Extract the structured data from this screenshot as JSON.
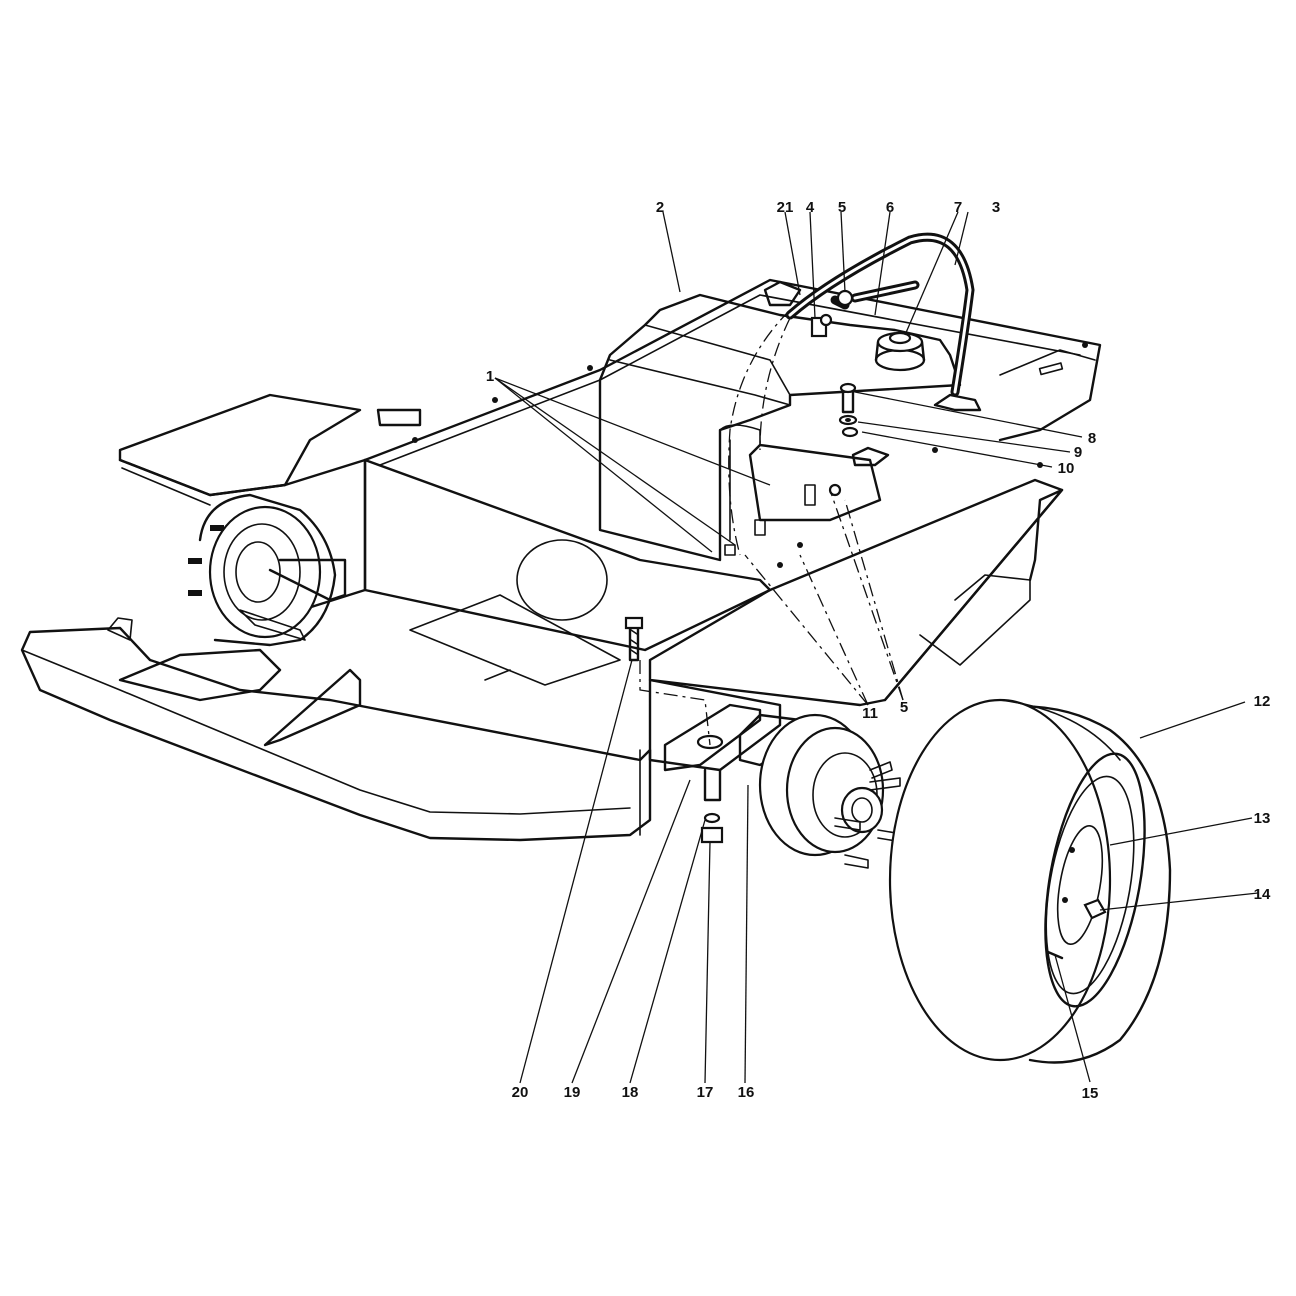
{
  "callouts": {
    "c1": "1",
    "c2": "2",
    "c3": "3",
    "c4": "4",
    "c5_top": "5",
    "c5_bottom": "5",
    "c6": "6",
    "c7": "7",
    "c8": "8",
    "c9": "9",
    "c10": "10",
    "c11": "11",
    "c12": "12",
    "c13": "13",
    "c14": "14",
    "c15": "15",
    "c16": "16",
    "c17": "17",
    "c18": "18",
    "c19": "19",
    "c20": "20",
    "c21": "21"
  }
}
